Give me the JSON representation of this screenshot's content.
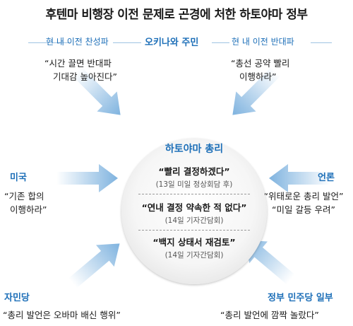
{
  "title": "후텐마 비행장 이전 문제로 곤경에 처한 하토야마 정부",
  "top": {
    "group": "오키나와 주민",
    "left_label": "현 내 이전 찬성파",
    "right_label": "현 내 이전 반대파",
    "left_quote": [
      "“시간 끌면 반대파",
      "기대감 높아진다”"
    ],
    "right_quote": [
      "“총선 공약 빨리",
      "이행하라”"
    ]
  },
  "left": {
    "label": "미국",
    "quote": [
      "“기존 합의",
      "이행하라”"
    ]
  },
  "right": {
    "label": "언론",
    "quote": [
      "“위태로운 총리 발언”",
      "“미일 갈등 우려”"
    ]
  },
  "bottom_left": {
    "label": "자민당",
    "quote": "“총리 발언은 오바마 배신 행위”"
  },
  "bottom_right": {
    "label": "정부 민주당 일부",
    "quote": "“총리 발언에 깜짝 놀랐다”"
  },
  "center": {
    "label": "하토야마 총리",
    "statements": [
      {
        "quote": "“빨리 결정하겠다”",
        "detail": "(13일 미일 정상회담 후)"
      },
      {
        "quote": "“연내 결정 약속한 적 없다”",
        "detail": "(14일 기자간담회)"
      },
      {
        "quote": "“백지 상태서 재검토”",
        "detail": "(14일 기자간담회)"
      }
    ]
  },
  "colors": {
    "accent": "#1d6fb8",
    "arrow": "#7fb3df"
  }
}
